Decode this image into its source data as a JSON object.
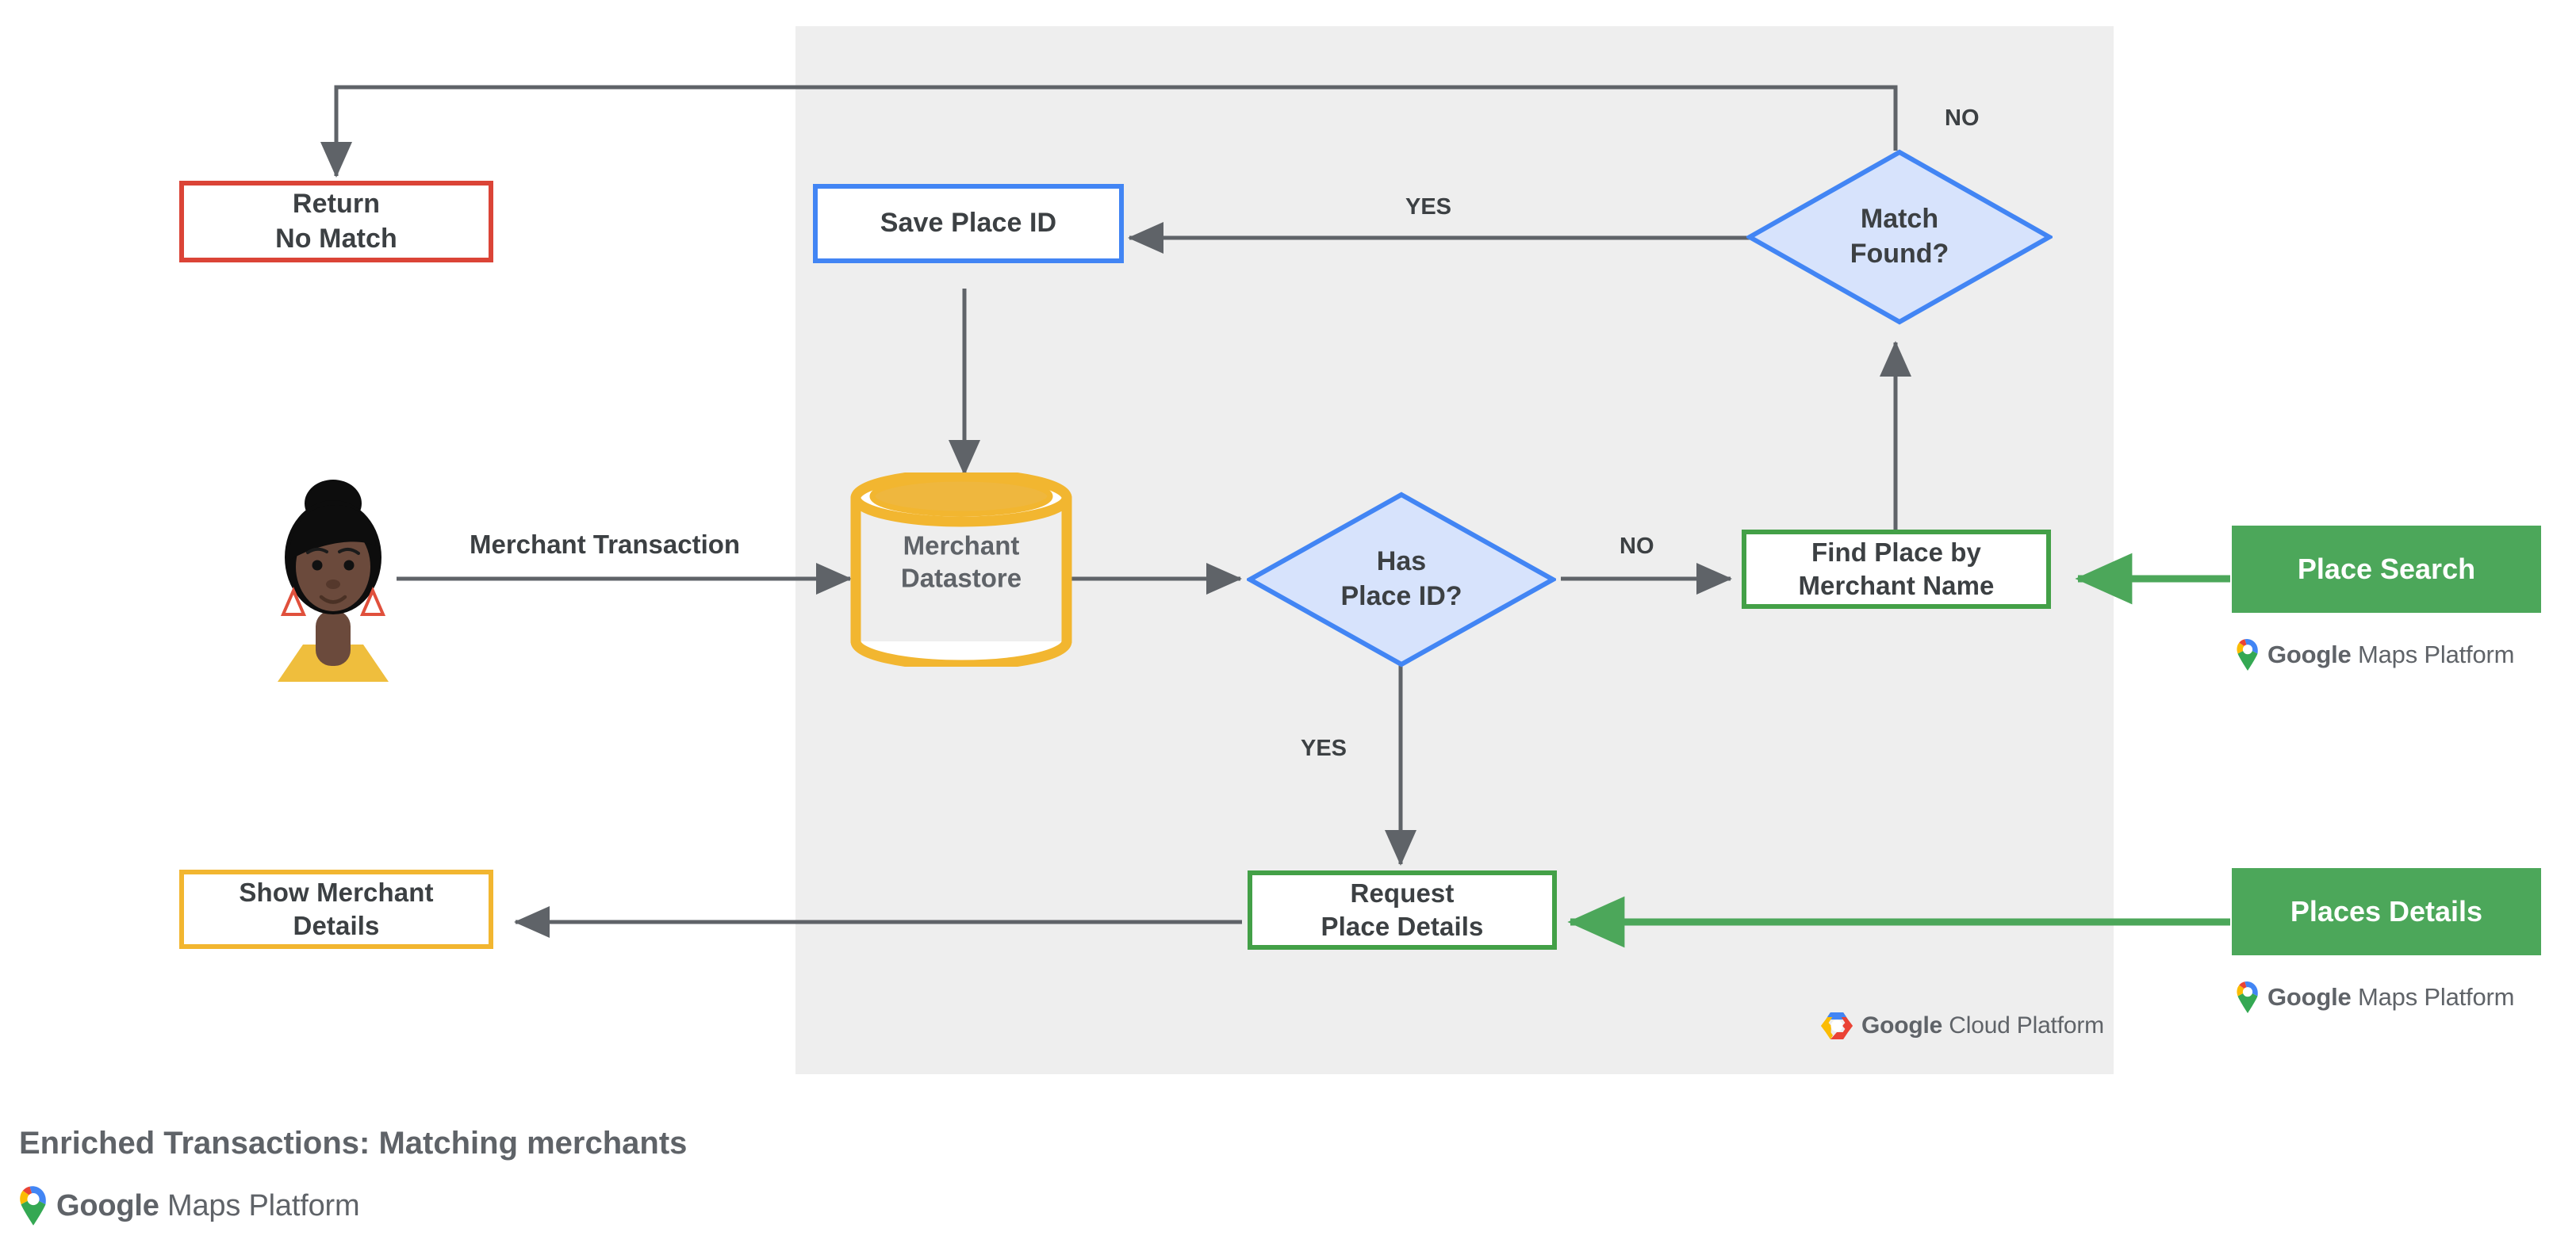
{
  "diagram": {
    "caption": "Enriched Transactions: Matching merchants",
    "platform_panel_logo": {
      "name": "google-cloud-platform-logo",
      "word_bold": "Google",
      "word_light": "Cloud Platform"
    },
    "footer_logo": {
      "name": "google-maps-platform-logo",
      "word_bold": "Google",
      "word_light": "Maps Platform"
    }
  },
  "nodes": {
    "return_no_match": {
      "label": "Return\nNo Match",
      "color": "#DB4437"
    },
    "save_place_id": {
      "label": "Save Place ID",
      "color": "#4285F4"
    },
    "match_found": {
      "label": "Match\nFound?",
      "color": "#4285F4",
      "fill": "#D7E3FC"
    },
    "merchant_datastore": {
      "label": "Merchant\nDatastore",
      "color": "#F2B630"
    },
    "has_place_id": {
      "label": "Has\nPlace ID?",
      "color": "#4285F4",
      "fill": "#D7E3FC"
    },
    "find_place_by_merchant_name": {
      "label": "Find Place by\nMerchant Name",
      "color": "#43A047"
    },
    "request_place_details": {
      "label": "Request\nPlace Details",
      "color": "#43A047"
    },
    "show_merchant_details": {
      "label": "Show Merchant\nDetails",
      "color": "#F2B630"
    },
    "actor": {
      "label": "",
      "name": "merchant-customer-avatar"
    }
  },
  "chips": {
    "place_search": {
      "label": "Place Search",
      "fill": "#4CA75A"
    },
    "places_details": {
      "label": "Places Details",
      "fill": "#4CA75A"
    }
  },
  "edges": {
    "merchant_transaction": "Merchant Transaction",
    "has_place_id_no": "NO",
    "has_place_id_yes": "YES",
    "match_found_yes": "YES",
    "match_found_no": "NO"
  },
  "logos": {
    "gmp_place_search": {
      "word_bold": "Google",
      "word_light": "Maps Platform"
    },
    "gmp_places_details": {
      "word_bold": "Google",
      "word_light": "Maps Platform"
    }
  }
}
